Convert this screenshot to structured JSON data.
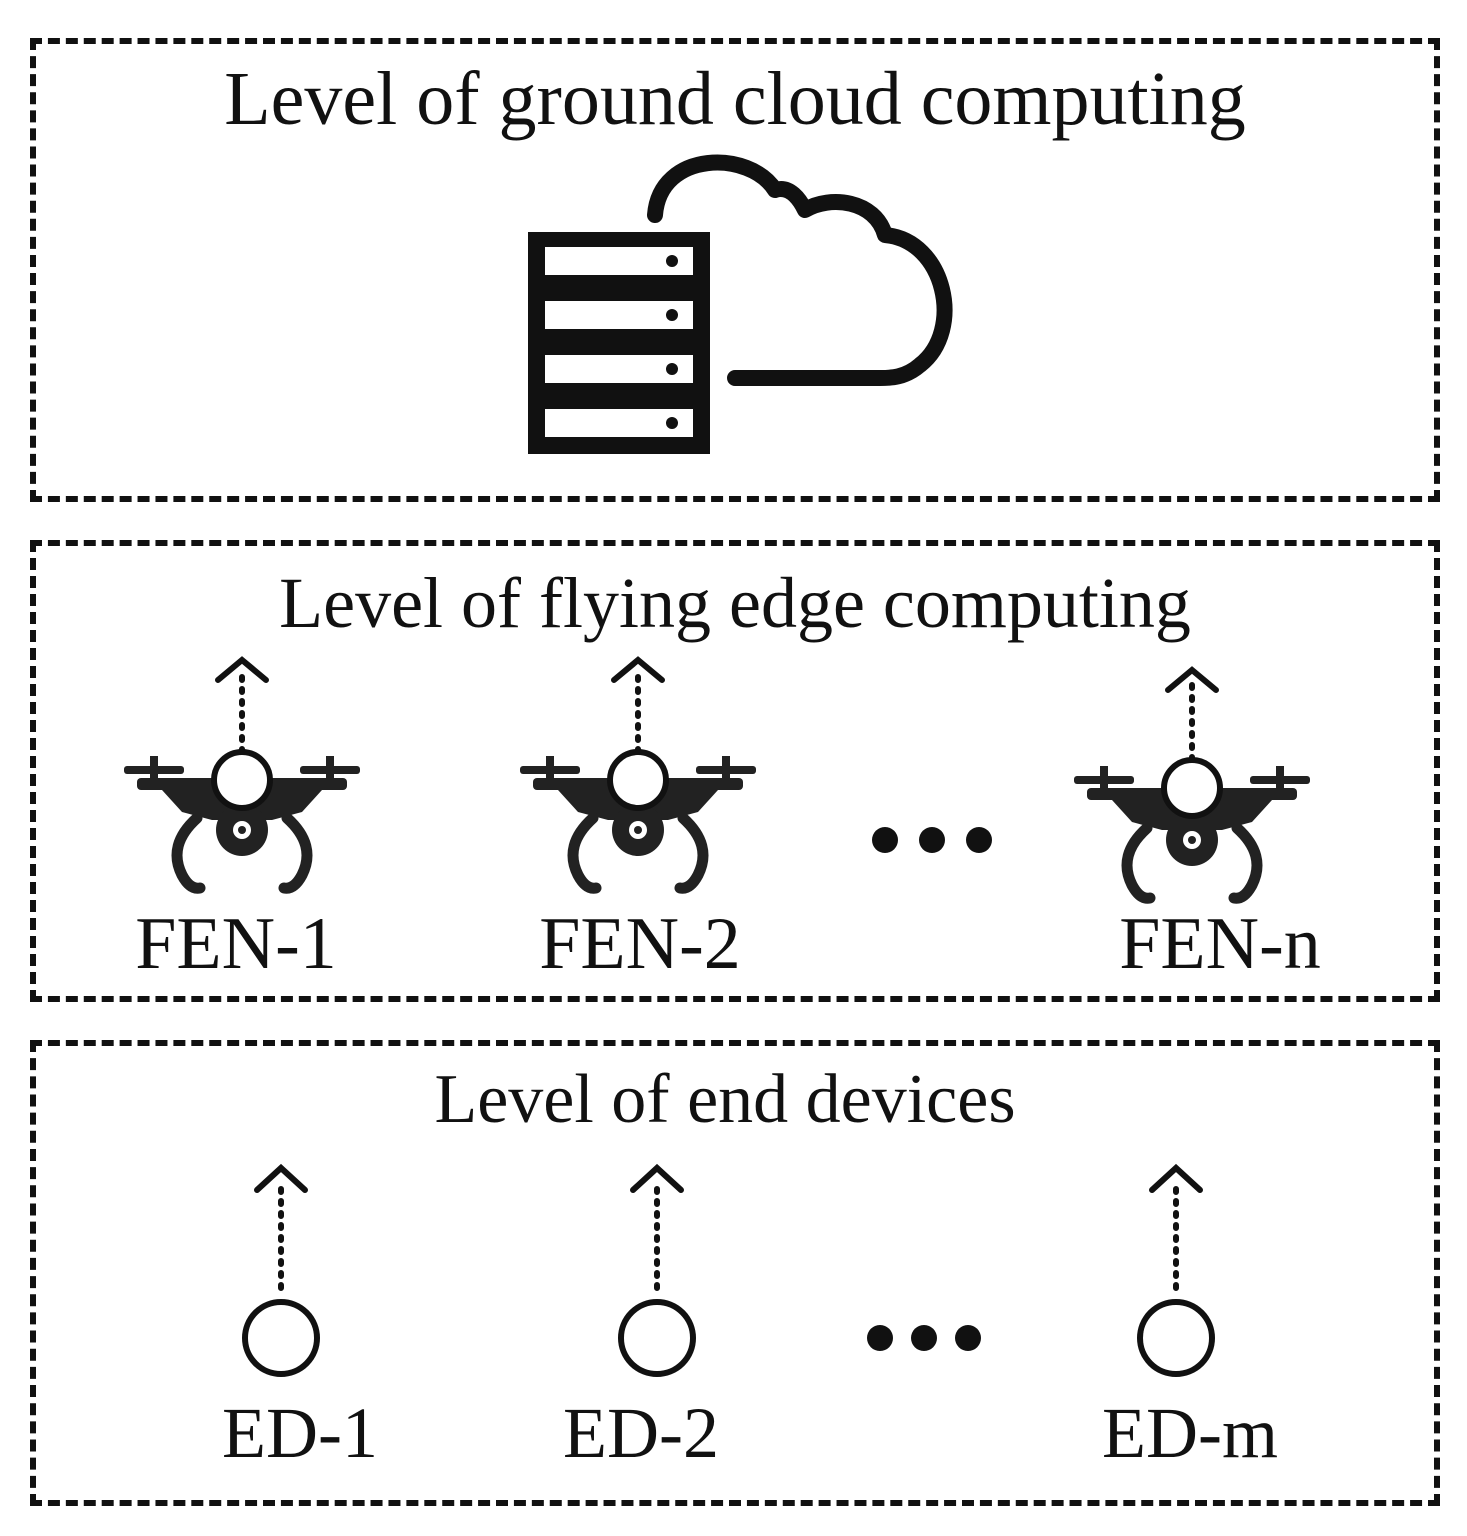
{
  "levels": {
    "cloud": {
      "title": "Level of ground cloud computing"
    },
    "edge": {
      "title": "Level of flying edge computing",
      "nodes": [
        "FEN-1",
        "FEN-2",
        "FEN-n"
      ]
    },
    "devices": {
      "title": "Level of end devices",
      "nodes": [
        "ED-1",
        "ED-2",
        "ED-m"
      ]
    }
  },
  "icons": {
    "cloud_server": "cloud-server-icon",
    "drone": "drone-icon",
    "node": "node-circle-icon",
    "uplink": "dotted-up-arrow-icon",
    "ellipsis": "ellipsis-icon"
  },
  "colors": {
    "ink": "#111111",
    "background": "#ffffff"
  }
}
